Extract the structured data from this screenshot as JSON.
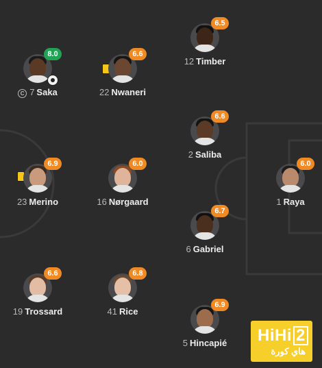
{
  "colors": {
    "background": "#2b2b2c",
    "rating_orange": "#f08a24",
    "rating_green": "#21a355",
    "card_yellow": "#f5c518",
    "watermark": "#f7cf2a"
  },
  "players": [
    {
      "number": "7",
      "name": "Saka",
      "rating": "8.0",
      "rating_color": "#21a355",
      "captain": "C",
      "goal": true
    },
    {
      "number": "22",
      "name": "Nwaneri",
      "rating": "6.6",
      "rating_color": "#f08a24",
      "yellow_card": true
    },
    {
      "number": "12",
      "name": "Timber",
      "rating": "6.5",
      "rating_color": "#f08a24"
    },
    {
      "number": "2",
      "name": "Saliba",
      "rating": "6.6",
      "rating_color": "#f08a24"
    },
    {
      "number": "23",
      "name": "Merino",
      "rating": "6.9",
      "rating_color": "#f08a24",
      "yellow_card": true
    },
    {
      "number": "16",
      "name": "Nørgaard",
      "rating": "6.0",
      "rating_color": "#f08a24"
    },
    {
      "number": "1",
      "name": "Raya",
      "rating": "6.0",
      "rating_color": "#f08a24"
    },
    {
      "number": "6",
      "name": "Gabriel",
      "rating": "6.7",
      "rating_color": "#f08a24"
    },
    {
      "number": "19",
      "name": "Trossard",
      "rating": "6.6",
      "rating_color": "#f08a24"
    },
    {
      "number": "41",
      "name": "Rice",
      "rating": "6.8",
      "rating_color": "#f08a24"
    },
    {
      "number": "5",
      "name": "Hincapié",
      "rating": "6.9",
      "rating_color": "#f08a24"
    }
  ],
  "watermark": {
    "main_a": "HiHi",
    "main_b": "2",
    "sub": "هاي كورة"
  }
}
